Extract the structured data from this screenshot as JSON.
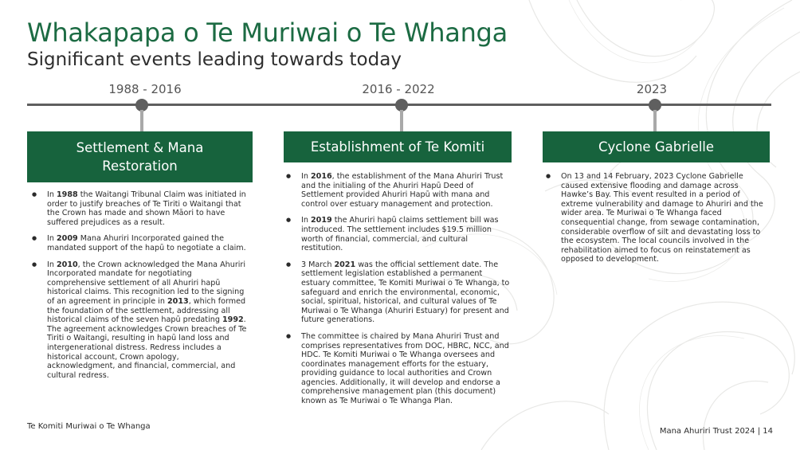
{
  "title": "Whakapapa o Te Muriwai o Te Whanga",
  "subtitle": "Significant events leading towards today",
  "timeline": [
    {
      "period": "1988 - 2016"
    },
    {
      "period": "2016 - 2022"
    },
    {
      "period": "2023"
    }
  ],
  "columns": [
    {
      "heading": "Settlement & Mana Restoration",
      "bullets": [
        [
          {
            "t": "In "
          },
          {
            "t": "1988",
            "b": true
          },
          {
            "t": " the Waitangi Tribunal Claim was initiated in order to justify breaches of Te Tiriti o Waitangi that the Crown has made and shown Māori to have suffered prejudices as a result."
          }
        ],
        [
          {
            "t": "In "
          },
          {
            "t": "2009",
            "b": true
          },
          {
            "t": " Mana Ahuriri Incorporated gained the mandated support of the hapū to negotiate a claim."
          }
        ],
        [
          {
            "t": "In "
          },
          {
            "t": "2010",
            "b": true
          },
          {
            "t": ", the Crown acknowledged the Mana Ahuriri Incorporated mandate for negotiating comprehensive settlement of all Ahuriri hapū historical claims. This recognition led to the signing of an agreement in principle in "
          },
          {
            "t": "2013",
            "b": true
          },
          {
            "t": ", which formed the foundation of the settlement, addressing all historical claims of the seven hapū predating "
          },
          {
            "t": "1992",
            "b": true
          },
          {
            "t": ". The agreement acknowledges Crown breaches of Te Tiriti o Waitangi, resulting in hapū land loss and intergenerational distress. Redress includes a historical account, Crown apology, acknowledgment, and financial, commercial, and cultural redress."
          }
        ]
      ]
    },
    {
      "heading": "Establishment of Te Komiti",
      "bullets": [
        [
          {
            "t": "In "
          },
          {
            "t": "2016",
            "b": true
          },
          {
            "t": ", the establishment of the Mana Ahuriri Trust and the initialing of the Ahuriri Hapū Deed of Settlement provided Ahuriri Hapū with mana and control over estuary management and protection."
          }
        ],
        [
          {
            "t": "In "
          },
          {
            "t": "2019",
            "b": true
          },
          {
            "t": " the Ahuriri hapū claims settlement bill was introduced. The settlement includes $19.5 million worth of financial, commercial, and cultural restitution."
          }
        ],
        [
          {
            "t": "3 March "
          },
          {
            "t": "2021",
            "b": true
          },
          {
            "t": " was the official settlement date. The settlement legislation established a permanent estuary committee, Te Komiti Muriwai o Te Whanga, to safeguard and enrich the environmental, economic, social, spiritual, historical, and cultural values of Te Muriwai o Te Whanga (Ahuriri Estuary) for present and future generations."
          }
        ],
        [
          {
            "t": "The committee is chaired by Mana Ahuriri Trust and comprises representatives from DOC, HBRC, NCC, and HDC. Te Komiti Muriwai o Te Whanga oversees and coordinates management efforts for the estuary, providing guidance to local authorities and Crown agencies. Additionally, it will develop and endorse a comprehensive management plan (this document) known as Te Muriwai o Te Whanga Plan."
          }
        ]
      ]
    },
    {
      "heading": "Cyclone Gabrielle",
      "bullets": [
        [
          {
            "t": "On 13 and 14 February, 2023 Cyclone Gabrielle caused extensive flooding and damage across Hawke’s Bay. This event resulted in a period of extreme vulnerability and damage to Ahuriri and the wider area. Te Muriwai o Te Whanga faced consequential change, from sewage contamination, considerable overflow of silt and devastating loss to the ecosystem. The local councils involved in the rehabilitation aimed to focus on reinstatement as opposed to development."
          }
        ]
      ]
    }
  ],
  "footer": {
    "left": "Te Komiti Muriwai o Te Whanga",
    "right": "Mana Ahuriri Trust 2024  |  14"
  },
  "colors": {
    "accent": "#17633d",
    "title": "#1c6b43",
    "timeline": "#5f5f5f"
  }
}
